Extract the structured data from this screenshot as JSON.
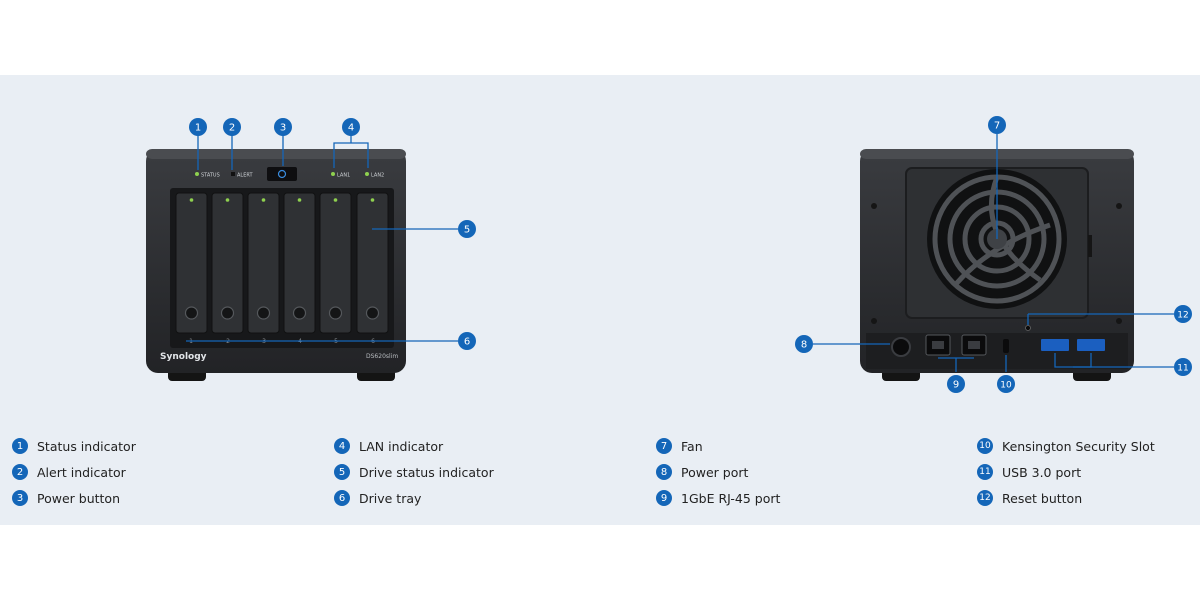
{
  "front": {
    "brand": "Synology",
    "model": "DS620slim",
    "status_text": "STATUS",
    "alert_text": "ALERT",
    "lan1_text": "LAN1",
    "lan2_text": "LAN2",
    "bay_numbers": [
      "1",
      "2",
      "3",
      "4",
      "5",
      "6"
    ]
  },
  "callouts": [
    "1",
    "2",
    "3",
    "4",
    "5",
    "6",
    "7",
    "8",
    "9",
    "10",
    "11",
    "12"
  ],
  "legend": [
    {
      "num": "1",
      "label": "Status indicator"
    },
    {
      "num": "2",
      "label": "Alert indicator"
    },
    {
      "num": "3",
      "label": "Power button"
    },
    {
      "num": "4",
      "label": "LAN indicator"
    },
    {
      "num": "5",
      "label": "Drive status indicator"
    },
    {
      "num": "6",
      "label": "Drive tray"
    },
    {
      "num": "7",
      "label": "Fan"
    },
    {
      "num": "8",
      "label": "Power port"
    },
    {
      "num": "9",
      "label": "1GbE RJ-45 port"
    },
    {
      "num": "10",
      "label": "Kensington Security Slot"
    },
    {
      "num": "11",
      "label": "USB 3.0 port"
    },
    {
      "num": "12",
      "label": "Reset button"
    }
  ],
  "colors": {
    "callout": "#1466b8",
    "panel": "#e9eef4",
    "led": "#8fd14f",
    "chassis": "#2b2d30"
  }
}
